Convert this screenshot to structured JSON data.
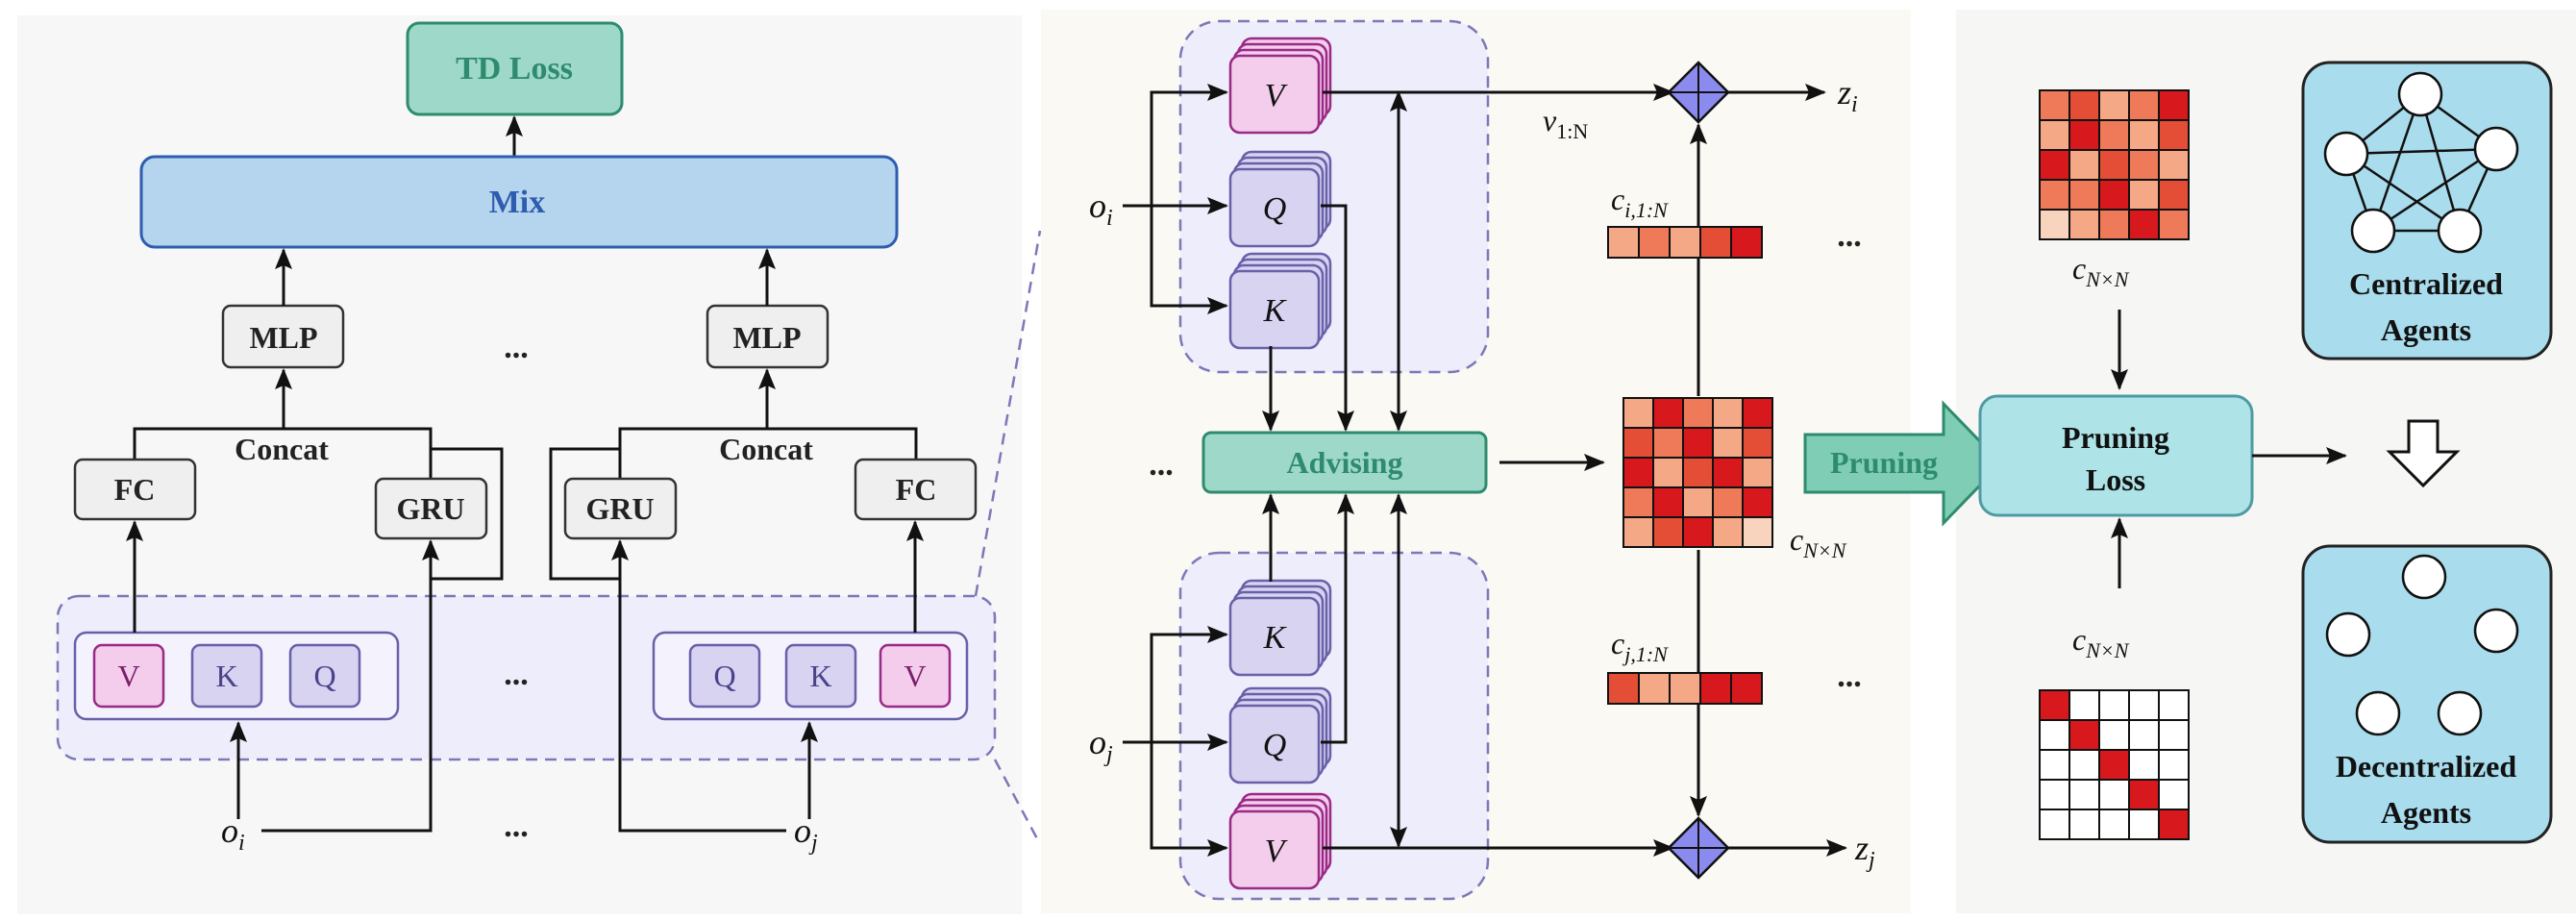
{
  "left": {
    "td_loss": "TD Loss",
    "mix": "Mix",
    "mlp_left": "MLP",
    "mlp_right": "MLP",
    "concat_left": "Concat",
    "concat_right": "Concat",
    "fc_left": "FC",
    "fc_right": "FC",
    "gru_left": "GRU",
    "gru_right": "GRU",
    "vkq_left": [
      "V",
      "K",
      "Q"
    ],
    "vkq_right": [
      "Q",
      "K",
      "V"
    ],
    "ellipsis": "...",
    "obs_i": "o",
    "obs_i_sub": "i",
    "obs_j": "o",
    "obs_j_sub": "j"
  },
  "middle": {
    "v": "V",
    "q": "Q",
    "k": "K",
    "advising": "Advising",
    "ellipsis": "...",
    "obs_i": "o",
    "obs_i_sub": "i",
    "obs_j": "o",
    "obs_j_sub": "j",
    "v_label": "v",
    "v_label_sub": "1:N",
    "c_i_label": "c",
    "c_i_label_sub": "i,1:N",
    "c_j_label": "c",
    "c_j_label_sub": "j,1:N",
    "c_nn": "c",
    "c_nn_sub": "N×N",
    "z_i": "z",
    "z_i_sub": "i",
    "z_j": "z",
    "z_j_sub": "j",
    "pruning": "Pruning"
  },
  "right": {
    "pruning_loss_line1": "Pruning",
    "pruning_loss_line2": "Loss",
    "c_nn_top": "c",
    "c_nn_top_sub": "N×N",
    "c_nn_bottom": "c",
    "c_nn_bottom_sub": "N×N",
    "centralized_line1": "Centralized",
    "centralized_line2": "Agents",
    "decentralized_line1": "Decentralized",
    "decentralized_line2": "Agents"
  },
  "colors": {
    "td_loss_fill": "#9ED8C9",
    "td_loss_text": "#2E8B6E",
    "mix_fill": "#B5D4EE",
    "mix_text": "#2E5DB0",
    "box_grey": "#EFEFEF",
    "v_fill": "#F3CDEB",
    "v_stroke": "#9A2A86",
    "kq_fill": "#D7D3F1",
    "kq_stroke": "#6860A8",
    "advising_fill": "#9ED8C9",
    "pruning_arrow": "#7FCDB5",
    "pruning_loss_fill": "#AEE3E7",
    "agents_fill": "#A9DCEC",
    "diamond": "#8B8BEF"
  },
  "heatmap_cnn": [
    [
      2,
      5,
      3,
      2,
      5
    ],
    [
      4,
      3,
      5,
      2,
      4
    ],
    [
      5,
      2,
      4,
      5,
      2
    ],
    [
      3,
      5,
      2,
      3,
      5
    ],
    [
      2,
      4,
      5,
      2,
      1
    ]
  ],
  "heatmap_top": [
    [
      3,
      4,
      2,
      3,
      5
    ],
    [
      2,
      5,
      3,
      2,
      4
    ],
    [
      5,
      2,
      4,
      3,
      2
    ],
    [
      3,
      3,
      5,
      2,
      4
    ],
    [
      1,
      2,
      3,
      5,
      3
    ]
  ],
  "row_ci": [
    2,
    3,
    2,
    4,
    5
  ],
  "row_cj": [
    4,
    2,
    2,
    5,
    5
  ]
}
